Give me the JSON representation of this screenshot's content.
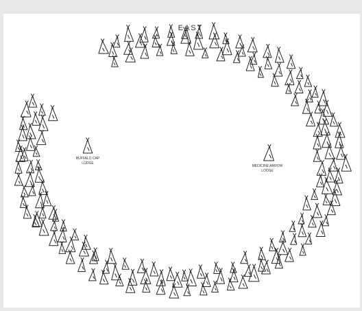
{
  "drawing": {
    "direction_label": "EAST",
    "left_lodge_label_line1": "BUFFALO CAP",
    "left_lodge_label_line2": "LODGE",
    "right_lodge_label_line1": "MEDICINE ARROW",
    "right_lodge_label_line2": "LODGE",
    "ink_color": "#222222",
    "paper_color": "#ffffff",
    "frame_color": "#e7e7e7",
    "icon": "tipi-icon"
  }
}
